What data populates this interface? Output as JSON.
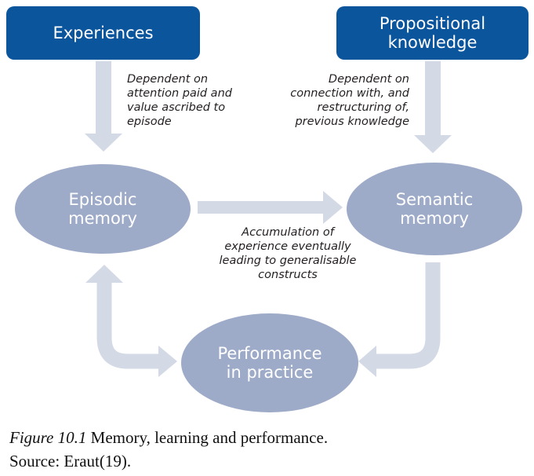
{
  "diagram": {
    "colors": {
      "box_fill": "#0b559d",
      "ellipse_fill": "#9eabc8",
      "arrow_fill": "#d3d9e5",
      "label_text": "#ffffff",
      "note_text": "#231f20"
    },
    "boxes": {
      "experiences": "Experiences",
      "propositional": "Propositional\nknowledge"
    },
    "ellipses": {
      "episodic": "Episodic\nmemory",
      "semantic": "Semantic\nmemory",
      "performance": "Performance\nin practice"
    },
    "notes": {
      "attention": "Dependent on\nattention paid and\nvalue ascribed to\nepisode",
      "connection": "Dependent on\nconnection with, and\nrestructuring of,\nprevious knowledge",
      "accumulation": "Accumulation of\nexperience eventually\nleading to generalisable\nconstructs"
    }
  },
  "caption": {
    "figure_number": "Figure 10.1",
    "figure_title": "Memory, learning and performance.",
    "source_line": "Source:  Eraut(19)."
  }
}
